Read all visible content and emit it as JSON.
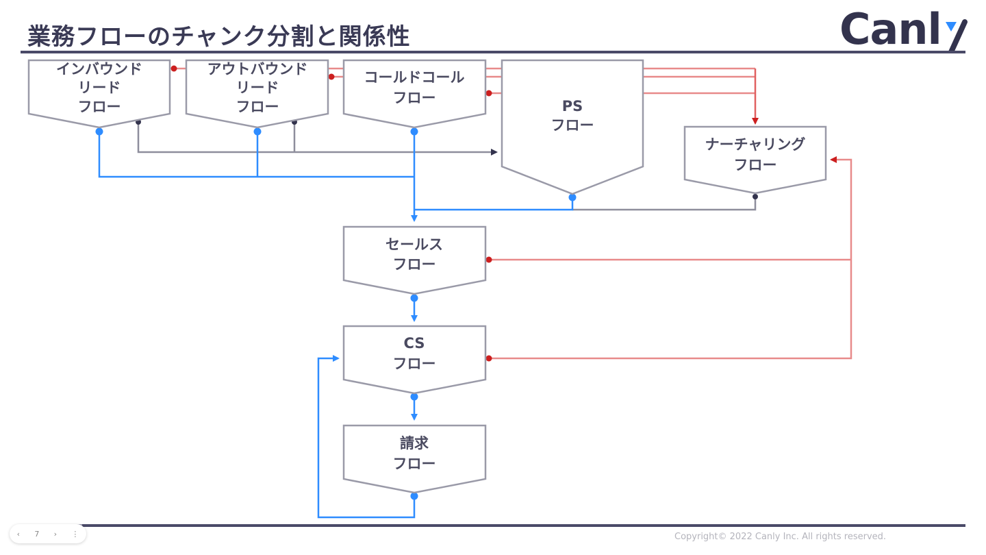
{
  "header": {
    "title": "業務フローのチャンク分割と関係性",
    "logo_text": "Canl",
    "logo_accent_color": "#2e8cff"
  },
  "footer": {
    "copyright": "Copyright© 2022 Canly Inc. All rights reserved.",
    "pager": {
      "prev_icon": "chevron-left-icon",
      "prev_label": "‹",
      "page": "7",
      "next_icon": "chevron-right-icon",
      "next_label": "›",
      "menu_icon": "more-vertical-icon",
      "menu_label": "⋮"
    }
  },
  "colors": {
    "blue": "#2e8cff",
    "red": "#cc1f1f",
    "red_line": "#e88a8a",
    "grey": "#8e8e9c",
    "dark_dot": "#33334d",
    "box_stroke": "#9a9aa8"
  },
  "nodes": [
    {
      "id": "inbound",
      "lines": [
        "インバウンド",
        "リード",
        "フロー"
      ]
    },
    {
      "id": "outbound",
      "lines": [
        "アウトバウンド",
        "リード",
        "フロー"
      ]
    },
    {
      "id": "coldcall",
      "lines": [
        "コールドコール",
        "フロー"
      ]
    },
    {
      "id": "ps",
      "lines": [
        "PS",
        "フロー"
      ]
    },
    {
      "id": "nurturing",
      "lines": [
        "ナーチャリング",
        "フロー"
      ]
    },
    {
      "id": "sales",
      "lines": [
        "セールス",
        "フロー"
      ]
    },
    {
      "id": "cs",
      "lines": [
        "CS",
        "フロー"
      ]
    },
    {
      "id": "billing",
      "lines": [
        "請求",
        "フロー"
      ]
    }
  ],
  "edges": [
    {
      "from": "inbound",
      "to": "sales",
      "type": "blue"
    },
    {
      "from": "outbound",
      "to": "sales",
      "type": "blue"
    },
    {
      "from": "coldcall",
      "to": "sales",
      "type": "blue"
    },
    {
      "from": "ps",
      "to": "sales",
      "type": "blue"
    },
    {
      "from": "inbound",
      "to": "ps",
      "type": "grey"
    },
    {
      "from": "outbound",
      "to": "ps",
      "type": "grey"
    },
    {
      "from": "nurturing",
      "to": "sales",
      "type": "grey"
    },
    {
      "from": "inbound",
      "to": "nurturing",
      "type": "red"
    },
    {
      "from": "outbound",
      "to": "nurturing",
      "type": "red"
    },
    {
      "from": "coldcall",
      "to": "nurturing",
      "type": "red"
    },
    {
      "from": "sales",
      "to": "nurturing",
      "type": "red"
    },
    {
      "from": "cs",
      "to": "nurturing",
      "type": "red"
    },
    {
      "from": "sales",
      "to": "cs",
      "type": "blue"
    },
    {
      "from": "cs",
      "to": "billing",
      "type": "blue"
    },
    {
      "from": "billing",
      "to": "cs",
      "type": "blue"
    }
  ]
}
